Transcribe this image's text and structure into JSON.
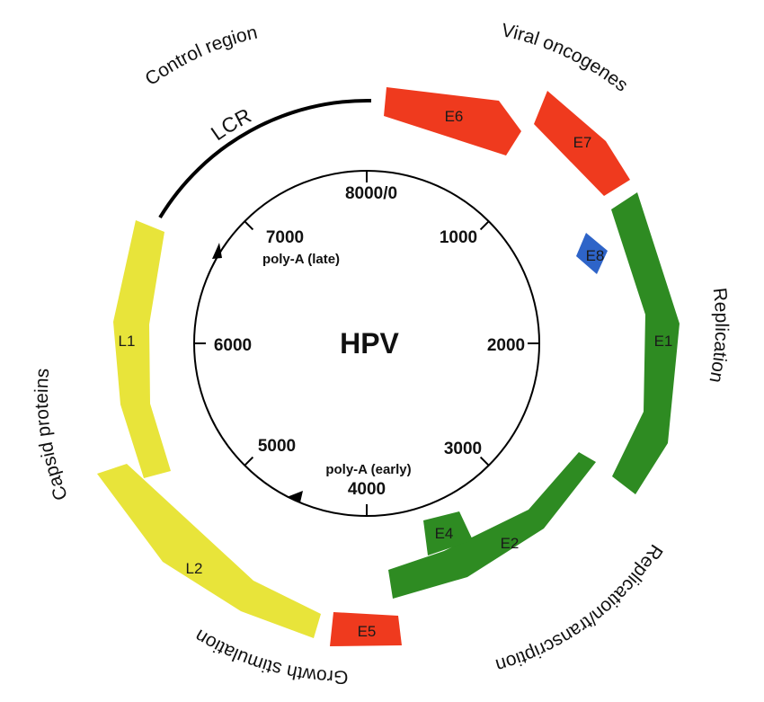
{
  "center_label": "HPV",
  "lcr_label": "LCR",
  "ticks": [
    {
      "label": "8000/0"
    },
    {
      "label": "1000"
    },
    {
      "label": "2000"
    },
    {
      "label": "3000"
    },
    {
      "label": "4000"
    },
    {
      "label": "5000"
    },
    {
      "label": "6000"
    },
    {
      "label": "7000"
    }
  ],
  "polya": {
    "late": "poly-A (late)",
    "early": "poly-A (early)"
  },
  "genes": [
    {
      "name": "E6",
      "color": "#ef3a1e"
    },
    {
      "name": "E7",
      "color": "#ef3a1e"
    },
    {
      "name": "E8",
      "color": "#2e64c8"
    },
    {
      "name": "E1",
      "color": "#2e8b22"
    },
    {
      "name": "E2",
      "color": "#2e8b22"
    },
    {
      "name": "E4",
      "color": "#2e8b22"
    },
    {
      "name": "E5",
      "color": "#ef3a1e"
    },
    {
      "name": "L2",
      "color": "#e8e43a"
    },
    {
      "name": "L1",
      "color": "#e8e43a"
    }
  ],
  "regions": {
    "control": "Control region",
    "viral_oncogenes": "Viral oncogenes",
    "replication": "Replication",
    "replication_transcription": "Replication/transcription",
    "growth_stimulation": "Growth stimulation",
    "capsid_proteins": "Capsid proteins"
  },
  "colors": {
    "oncogene_red": "#ef3a1e",
    "replication_green": "#2e8b22",
    "capsid_yellow": "#e8e43a",
    "e8_blue": "#2e64c8",
    "line": "#000000"
  }
}
